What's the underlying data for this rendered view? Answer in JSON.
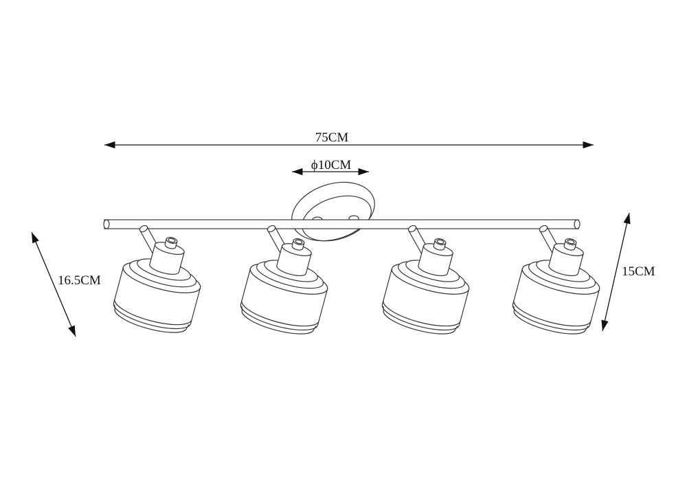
{
  "dimensions": {
    "length": "75CM",
    "canopy_diameter": "ϕ10CM",
    "spot_height": "16.5CM",
    "total_height": "15CM"
  },
  "fixture": {
    "spotlight_count": 4,
    "line_color": "#333333",
    "background_color": "#ffffff"
  }
}
